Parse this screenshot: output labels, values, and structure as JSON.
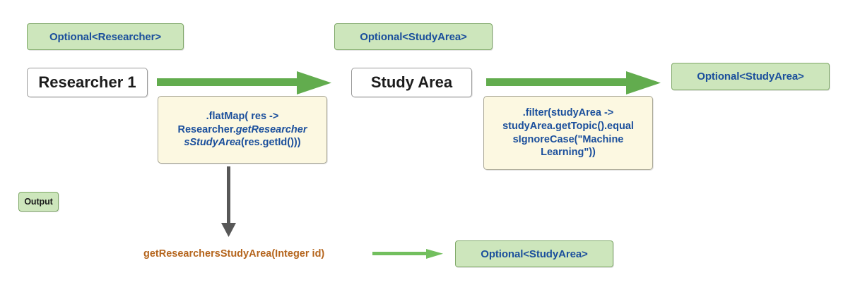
{
  "diagram": {
    "title_text": "",
    "colors": {
      "badge_fill": "#cde6bc",
      "badge_border": "#7fa868",
      "badge_text": "#1b4f9c",
      "entity_fill": "#ffffff",
      "entity_border": "#9a9a9a",
      "entity_text": "#1c1c1c",
      "callout_fill": "#fcf8e1",
      "callout_border": "#a7a594",
      "callout_text": "#1b4f9c",
      "arrow_green": "#62ac4e",
      "arrow_green_thin": "#72bf5e",
      "arrow_gray": "#585858",
      "signature_text": "#b5651d"
    },
    "badges": {
      "optional_researcher": "Optional<Researcher>",
      "optional_studyarea_mid": "Optional<StudyArea>",
      "optional_studyarea_right": "Optional<StudyArea>",
      "optional_studyarea_bottom": "Optional<StudyArea>",
      "output_tag": "Output"
    },
    "entities": {
      "researcher": "Researcher 1",
      "study_area": "Study Area"
    },
    "callouts": {
      "flatmap": {
        "line1": ".flatMap( res ->",
        "line2_prefix": "Researcher.",
        "line2_italic": "getResearcher",
        "line3_italic": "sStudyArea",
        "line3_suffix": "(res.getId()))",
        "full_text": ".flatMap( res -> Researcher.getResearchersStudyArea(res.getId()))"
      },
      "filter": {
        "line1": ".filter(studyArea ->",
        "line2": "studyArea.getTopic().equal",
        "line3": "sIgnoreCase(\"Machine",
        "line4": "Learning\"))",
        "full_text": ".filter(studyArea -> studyArea.getTopic().equalsIgnoreCase(\"Machine Learning\"))"
      }
    },
    "signature": {
      "method": "getResearchersStudyArea(Integer id)"
    },
    "arrows": {
      "researcher_to_studyarea": "green-arrow-right-thick",
      "studyarea_to_optional": "green-arrow-right-thick",
      "flatmap_to_signature": "gray-arrow-down",
      "signature_to_optional": "green-arrow-right-thin"
    }
  }
}
